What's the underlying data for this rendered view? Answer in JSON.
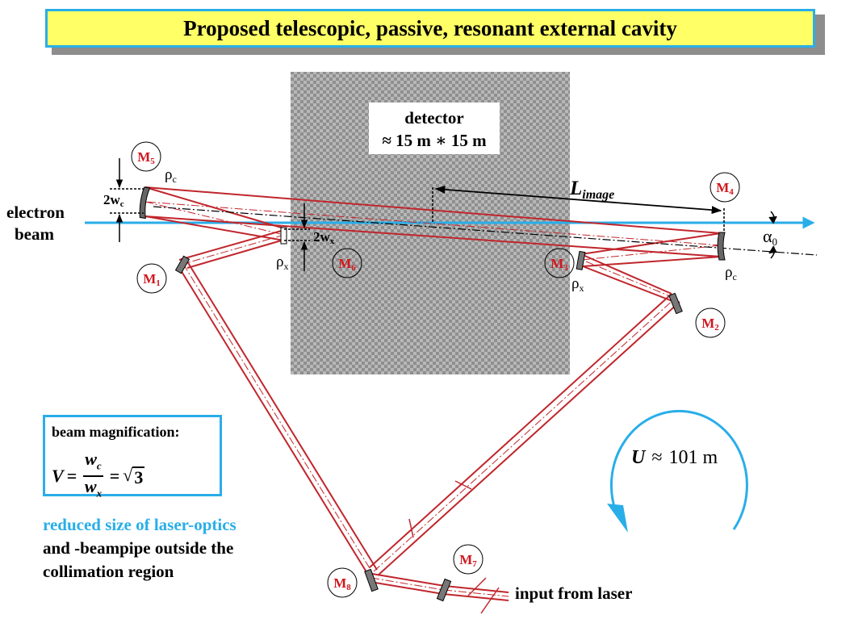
{
  "title": "Proposed telescopic, passive, resonant external cavity",
  "detector": {
    "label": "detector",
    "size": "≈ 15 m ∗ 15 m"
  },
  "electron_beam": {
    "line1": "electron",
    "line2": "beam"
  },
  "mirrors": {
    "m1": {
      "base": "M",
      "sub": "1"
    },
    "m2": {
      "base": "M",
      "sub": "2"
    },
    "m3": {
      "base": "M",
      "sub": "3"
    },
    "m4": {
      "base": "M",
      "sub": "4"
    },
    "m5": {
      "base": "M",
      "sub": "5"
    },
    "m6": {
      "base": "M",
      "sub": "6"
    },
    "m7": {
      "base": "M",
      "sub": "7"
    },
    "m8": {
      "base": "M",
      "sub": "8"
    }
  },
  "symbols": {
    "rho": "ρ",
    "c_sub": "c",
    "x_sub": "x",
    "two_w": "2w",
    "alpha": "α",
    "alpha_sub": "0",
    "l_image_base": "L",
    "l_image_sub": "image"
  },
  "circumference": {
    "var": "U",
    "rel": "≈",
    "value": "101 m"
  },
  "magnification": {
    "caption": "beam magnification:",
    "lhs": "V",
    "eq": "=",
    "frac_num": "w",
    "frac_num_sub": "c",
    "frac_den": "w",
    "frac_den_sub": "x",
    "sqrt_sym": "√",
    "sqrt_val": "3"
  },
  "notes": {
    "line1": "reduced size of laser-optics",
    "line2": "and -beampipe outside the",
    "line3": "collimation region"
  },
  "input_label": "input from laser",
  "colors": {
    "beam_line": "#29aee8",
    "laser_red": "#c0262c",
    "mirror_label": "#d01820",
    "title_fill": "#ffff66"
  }
}
